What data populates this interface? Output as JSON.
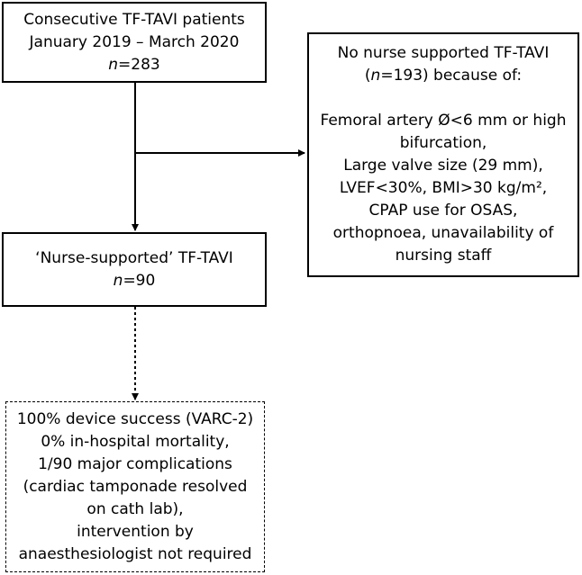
{
  "start": {
    "line1": "Consecutive TF-TAVI patients",
    "line2": "January 2019 – March 2020",
    "n_label": "n",
    "n_value": "=283"
  },
  "excluded": {
    "line1": "No nurse supported TF-TAVI",
    "line2_open": "(",
    "n_label": "n",
    "line2_rest": "=193) because of:",
    "reasons": [
      "Femoral artery Ø<6 mm or high",
      "bifurcation,",
      "Large valve size (29 mm),",
      "LVEF<30%, BMI>30 kg/m²,",
      "CPAP use for OSAS,",
      "orthopnoea, unavailability of",
      "nursing staff"
    ]
  },
  "included": {
    "line1": "‘Nurse-supported’ TF-TAVI",
    "n_label": "n",
    "n_value": "=90"
  },
  "outcome": {
    "lines": [
      "100% device success (VARC-2)",
      "0% in-hospital mortality,",
      "1/90 major complications",
      "(cardiac tamponade resolved",
      "on cath lab),",
      "intervention by",
      "anaesthesiologist not required"
    ]
  }
}
